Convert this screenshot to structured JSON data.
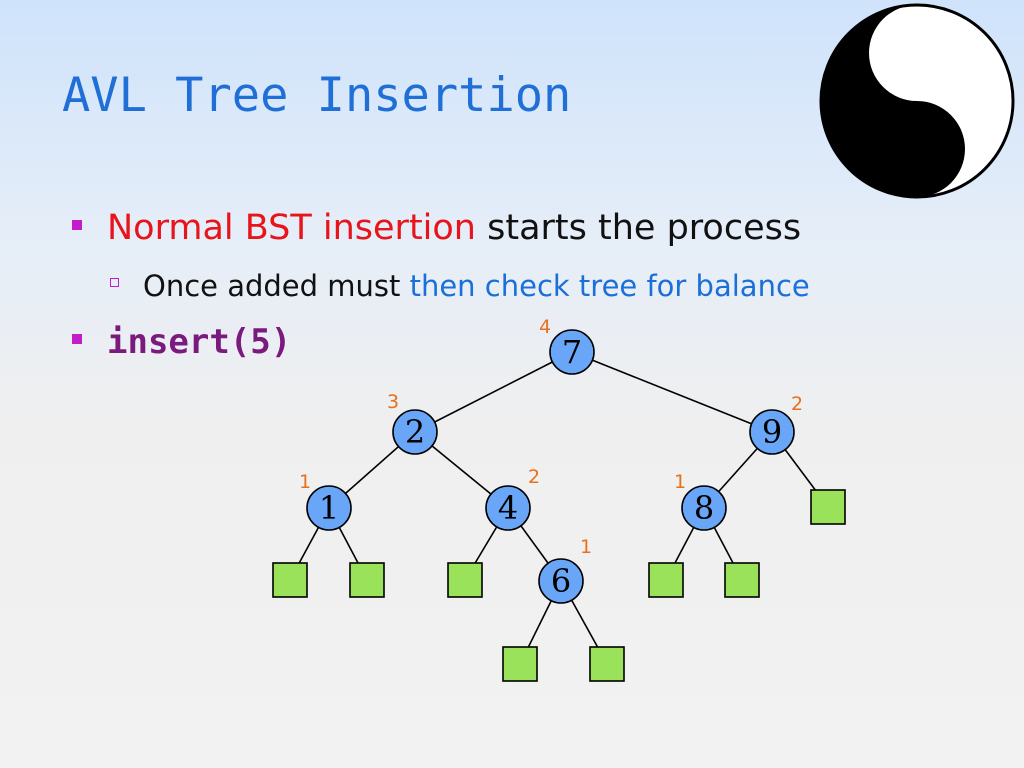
{
  "slide": {
    "title": "AVL Tree Insertion",
    "bullets": [
      {
        "parts": [
          {
            "text": "Normal BST insertion",
            "color": "#e8141a"
          },
          {
            "text": " starts the process",
            "color": "#111111"
          }
        ]
      },
      {
        "parts": [
          {
            "text": "Once added must ",
            "color": "#111111"
          },
          {
            "text": "then check tree for balance",
            "color": "#1a6fd8"
          }
        ]
      },
      {
        "parts": [
          {
            "text": "insert(5)",
            "color": "#7a1a7c"
          }
        ]
      }
    ]
  },
  "logo": {
    "icon": "yin-yang-icon"
  },
  "diagram": {
    "node_fill": "#6aa6f8",
    "leaf_fill": "#99e25a",
    "height_color": "#e8701a",
    "nodes": [
      {
        "id": "n7",
        "label": "7",
        "height": "4"
      },
      {
        "id": "n2",
        "label": "2",
        "height": "3"
      },
      {
        "id": "n9",
        "label": "9",
        "height": "2"
      },
      {
        "id": "n1",
        "label": "1",
        "height": "1"
      },
      {
        "id": "n4",
        "label": "4",
        "height": "2"
      },
      {
        "id": "n8",
        "label": "8",
        "height": "1"
      },
      {
        "id": "n6",
        "label": "6",
        "height": "1"
      }
    ],
    "edges": [
      [
        "n7",
        "n2"
      ],
      [
        "n7",
        "n9"
      ],
      [
        "n2",
        "n1"
      ],
      [
        "n2",
        "n4"
      ],
      [
        "n9",
        "n8"
      ],
      [
        "n9",
        "L_9r"
      ],
      [
        "n1",
        "L_1l"
      ],
      [
        "n1",
        "L_1r"
      ],
      [
        "n4",
        "L_4l"
      ],
      [
        "n4",
        "n6"
      ],
      [
        "n8",
        "L_8l"
      ],
      [
        "n8",
        "L_8r"
      ],
      [
        "n6",
        "L_6l"
      ],
      [
        "n6",
        "L_6r"
      ]
    ],
    "leaves": [
      "L_1l",
      "L_1r",
      "L_4l",
      "L_6l",
      "L_6r",
      "L_8l",
      "L_8r",
      "L_9r"
    ]
  }
}
